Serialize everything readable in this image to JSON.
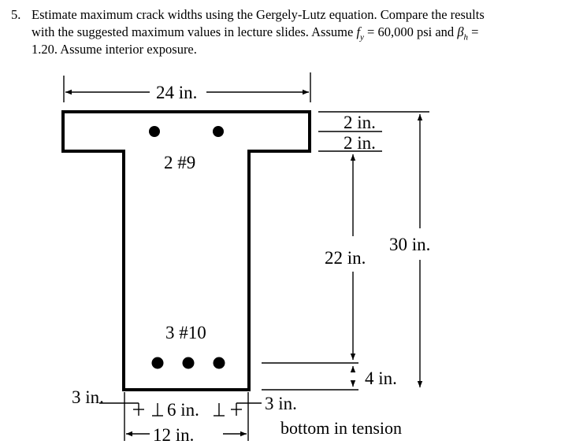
{
  "problem": {
    "number": "5.",
    "line1": "Estimate maximum crack widths using the Gergely-Lutz equation. Compare the results",
    "line2_a": "with the suggested maximum values in lecture slides. Assume ",
    "fy_symbol": "f",
    "fy_sub": "y",
    "fy_value": " = 60,000 psi  and ",
    "beta_symbol": "β",
    "beta_sub": "h",
    "beta_eq": " =",
    "line3": "1.20. Assume interior exposure."
  },
  "diagram": {
    "flange_width": "24 in.",
    "top_cover": "2 in.",
    "flange_bar_spacing": "2 in.",
    "top_bars": "2 #9",
    "web_height": "22 in.",
    "total_height": "30 in.",
    "bottom_bars": "3 #10",
    "bottom_cover_vertical": "4 in.",
    "left_cover": "3 in.",
    "bar_spacing": "6 in.",
    "right_cover": "3 in.",
    "web_width": "12 in.",
    "tension_note": "bottom in tension"
  }
}
